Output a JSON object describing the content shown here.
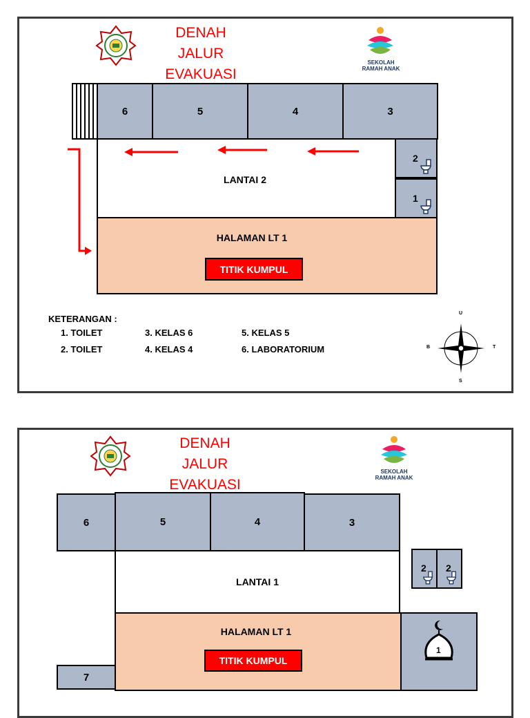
{
  "panel_top": {
    "title_lines": [
      "DENAH",
      "JALUR",
      "EVAKUASI"
    ],
    "logo_caption_lines": [
      "SEKOLAH",
      "RAMAH ANAK"
    ],
    "rooms": [
      "6",
      "5",
      "4",
      "3"
    ],
    "floor_label": "LANTAI 2",
    "toilets": [
      "2",
      "1"
    ],
    "yard_label": "HALAMAN LT 1",
    "assembly_point": "TITIK KUMPUL",
    "legend_title": "KETERANGAN :",
    "legend_items": [
      "1. TOILET",
      "2. TOILET",
      "3. KELAS 6",
      "4. KELAS 4",
      "5. KELAS 5",
      "6. LABORATORIUM"
    ],
    "compass": {
      "north": "U",
      "south": "S",
      "west": "B",
      "east": "T"
    }
  },
  "panel_bottom": {
    "title_lines": [
      "DENAH",
      "JALUR",
      "EVAKUASI"
    ],
    "logo_caption_lines": [
      "SEKOLAH",
      "RAMAH ANAK"
    ],
    "rooms": [
      "6",
      "5",
      "4",
      "3",
      "7"
    ],
    "floor_label": "LANTAI 1",
    "toilets": [
      "2",
      "2"
    ],
    "yard_label": "HALAMAN LT 1",
    "assembly_point": "TITIK KUMPUL",
    "mosque_label": "1"
  },
  "colors": {
    "room": "#adb9ca",
    "yard": "#f8cbad",
    "arrow": "#ff0000",
    "title": "#ff0000"
  }
}
